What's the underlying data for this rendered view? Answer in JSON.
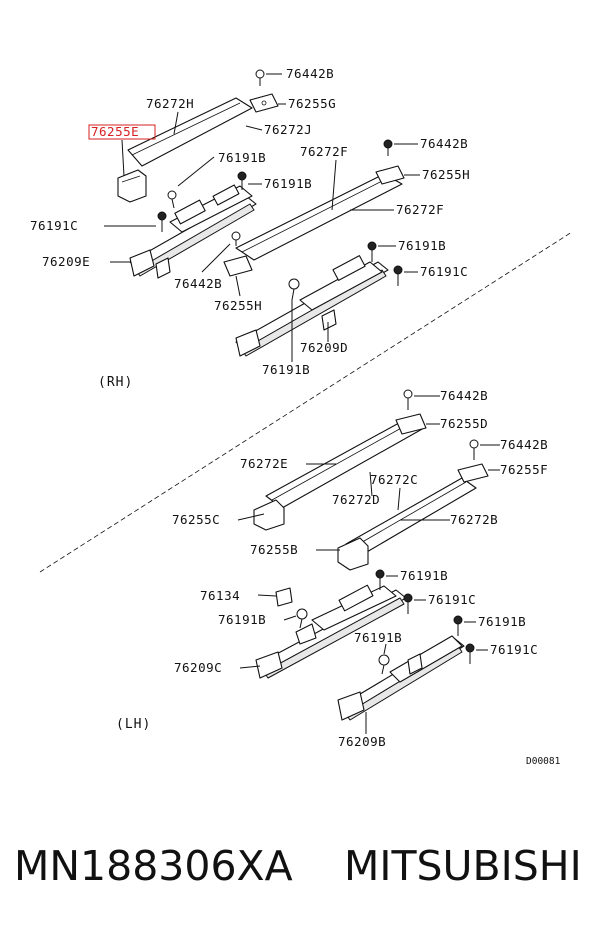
{
  "diagram": {
    "highlight_color": "#d62020",
    "labels_rh": {
      "l76442b_top": "76442B",
      "l76272h": "76272H",
      "l76255g": "76255G",
      "l76255e": "76255E",
      "l76272j": "76272J",
      "l76442b_2": "76442B",
      "l76191b_1": "76191B",
      "l76272f_1": "76272F",
      "l76255h_1": "76255H",
      "l76191b_2": "76191B",
      "l76191c_1": "76191C",
      "l76272f_2": "76272F",
      "l76209e": "76209E",
      "l76191b_3": "76191B",
      "l76191c_2": "76191C",
      "l76442b_3": "76442B",
      "l76255h_2": "76255H",
      "l76209d": "76209D",
      "l76191b_4": "76191B",
      "side": "(RH)"
    },
    "labels_lh": {
      "l76442b_1": "76442B",
      "l76255d": "76255D",
      "l76442b_2": "76442B",
      "l76272e": "76272E",
      "l76272c": "76272C",
      "l76255f": "76255F",
      "l76272d": "76272D",
      "l76255c": "76255C",
      "l76272b": "76272B",
      "l76255b": "76255B",
      "l76191b_1": "76191B",
      "l76134": "76134",
      "l76191c_1": "76191C",
      "l76191b_2": "76191B",
      "l76191b_3": "76191B",
      "l76191c_2": "76191C",
      "l76191b_4": "76191B",
      "l76209c": "76209C",
      "l76209b": "76209B",
      "side": "(LH)"
    },
    "drawing_code": "D00081"
  },
  "caption": {
    "part_number": "MN188306XA",
    "brand": "MITSUBISHI"
  }
}
